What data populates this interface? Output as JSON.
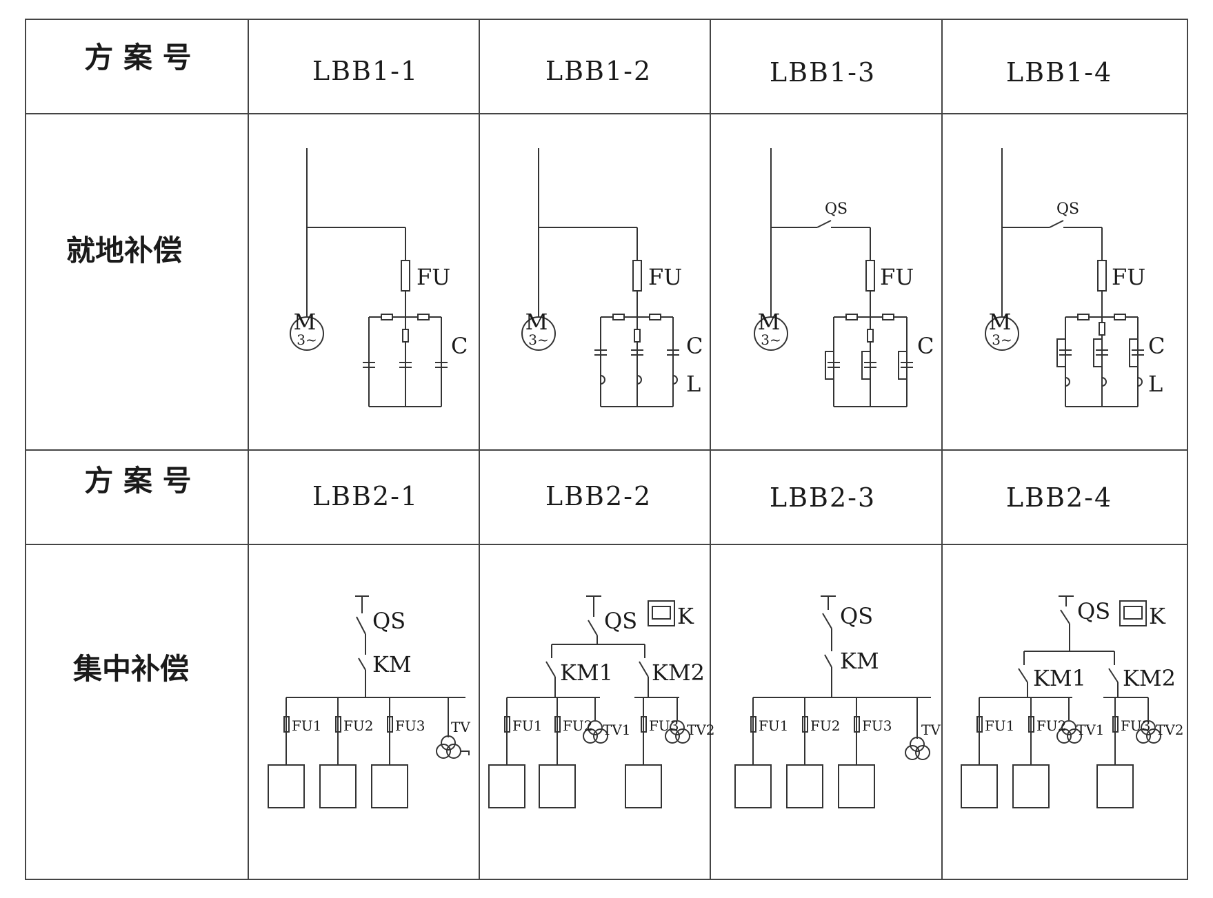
{
  "table": {
    "row_headers": {
      "scheme_no_1": "方 案 号",
      "local": "就地补偿",
      "scheme_no_2": "方 案 号",
      "central": "集中补偿"
    },
    "schemes_row1": [
      "LBB1-1",
      "LBB1-2",
      "LBB1-3",
      "LBB1-4"
    ],
    "schemes_row2": [
      "LBB2-1",
      "LBB2-2",
      "LBB2-3",
      "LBB2-4"
    ]
  },
  "labels": {
    "motor": "M",
    "motor_sub": "3~",
    "fuse": "FU",
    "capacitor": "C",
    "reactor": "L",
    "switch": "QS",
    "contactor": "KM",
    "contactor_1": "KM1",
    "contactor_2": "KM2",
    "controller": "K",
    "fuse_1": "FU1",
    "fuse_2": "FU2",
    "fuse_3": "FU3",
    "vt": "TV",
    "vt_1": "TV1",
    "vt_2": "TV2"
  },
  "colors": {
    "line": "#333333",
    "grid": "#444444"
  }
}
